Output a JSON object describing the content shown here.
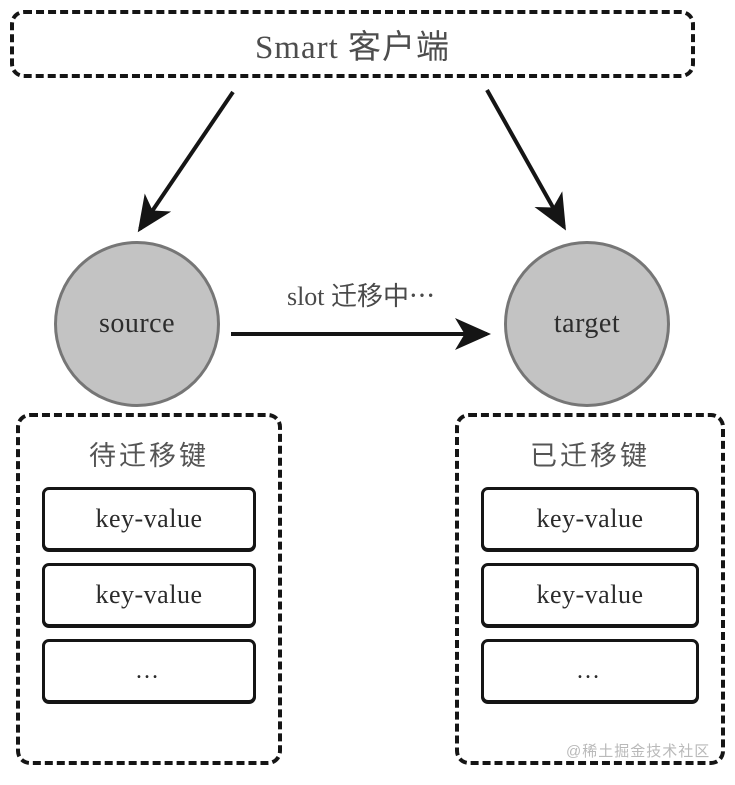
{
  "diagram": {
    "client": {
      "title": "Smart 客户端",
      "box_style": "dashed"
    },
    "nodes": [
      {
        "id": "source",
        "label": "source",
        "fill": "#c3c3c3",
        "stroke": "#767676"
      },
      {
        "id": "target",
        "label": "target",
        "fill": "#c3c3c3",
        "stroke": "#767676"
      }
    ],
    "edges": [
      {
        "id": "client-to-source",
        "from": "client",
        "to": "source",
        "label": ""
      },
      {
        "id": "client-to-target",
        "from": "client",
        "to": "target",
        "label": ""
      },
      {
        "id": "source-to-target",
        "from": "source",
        "to": "target",
        "label": "slot 迁移中⋯"
      }
    ],
    "migration_label": "slot 迁移中⋯",
    "groups": [
      {
        "id": "pending",
        "title": "待迁移键",
        "items": [
          "key-value",
          "key-value",
          "…"
        ]
      },
      {
        "id": "migrated",
        "title": "已迁移键",
        "items": [
          "key-value",
          "key-value",
          "…"
        ]
      }
    ],
    "watermark": "@稀土掘金技术社区",
    "colors": {
      "background": "#ffffff",
      "ink": "#151515",
      "node_fill": "#c3c3c3",
      "node_stroke": "#767676",
      "title_text": "#4d4d4d",
      "watermark": "#b9b9b9"
    }
  }
}
